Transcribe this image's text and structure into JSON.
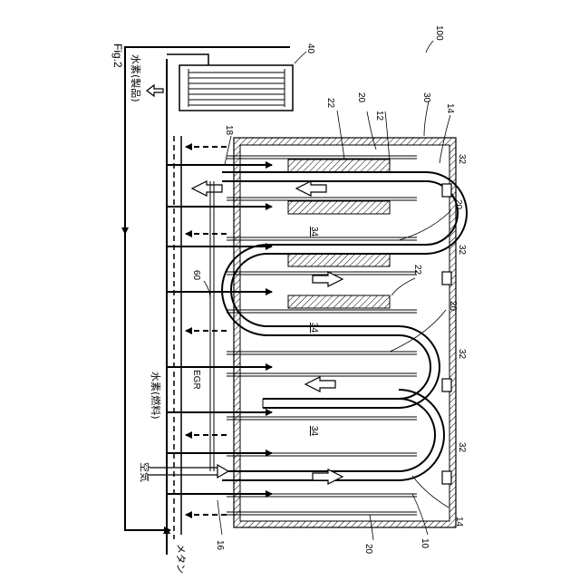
{
  "figure": {
    "fig_label": "Fig.2",
    "ref_main": "100",
    "ref_heat_exchanger": "40",
    "ref_hydrogen_out_line": "18",
    "ref_casing": "30",
    "ref_partition_14": "14",
    "ref_tube_12": "12",
    "ref_fin_22": "22",
    "ref_plate_20": "20",
    "ref_bolt_32": "32",
    "ref_egr_line": "60",
    "ref_space_34": "34",
    "ref_inlet_16": "16",
    "ref_reactor_10": "10",
    "label_egr": "EGR",
    "label_hydrogen_product": "水素(製品)",
    "label_hydrogen_fuel": "水素(燃料)",
    "label_air": "空気",
    "label_methane": "メタン"
  },
  "colors": {
    "line": "#000000",
    "hatch": "#555555",
    "fill": "#ffffff"
  }
}
